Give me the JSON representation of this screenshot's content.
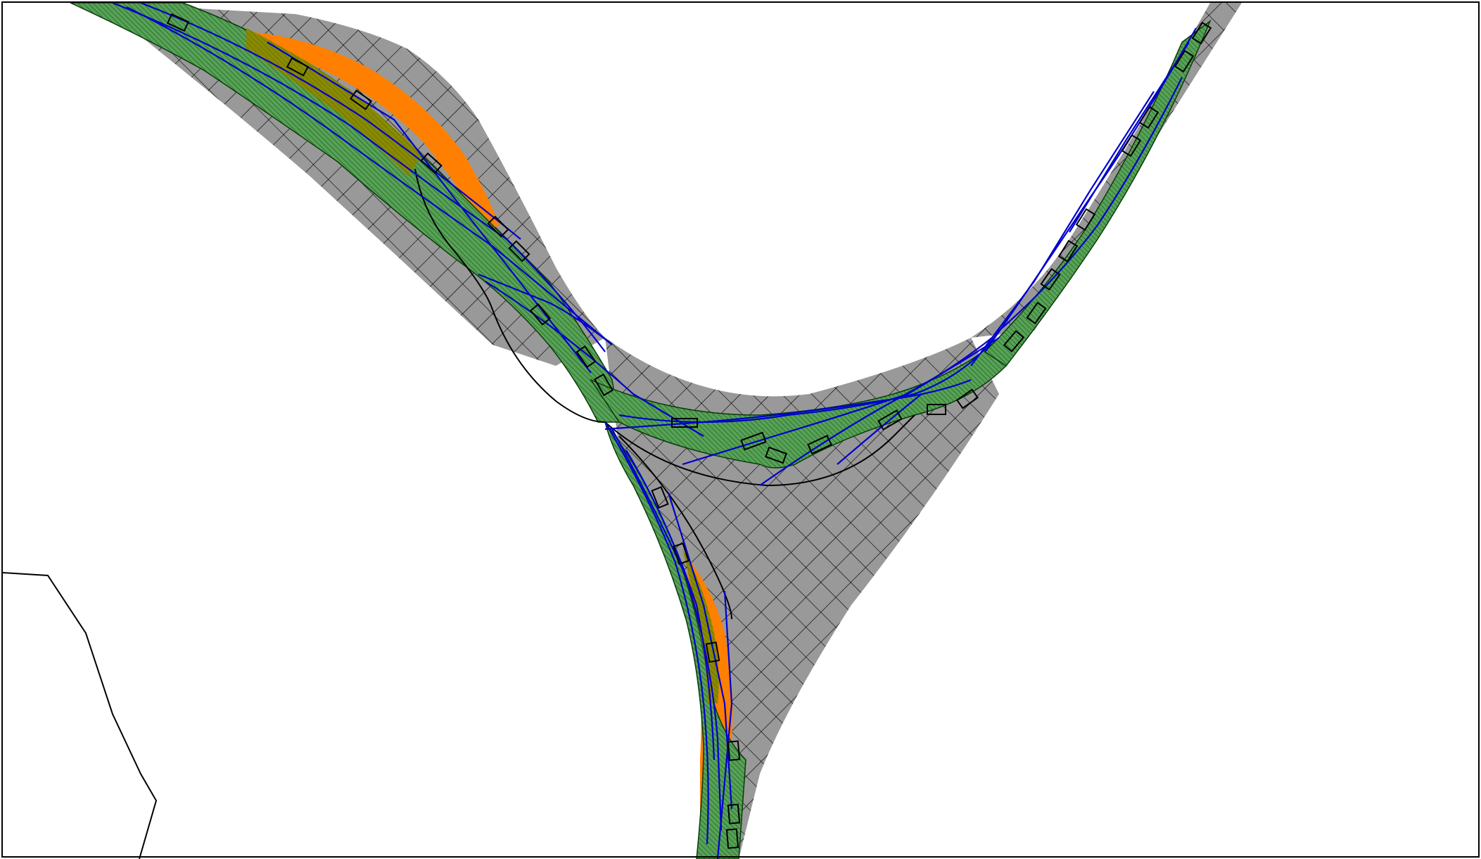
{
  "map": {
    "colors": {
      "background": "#ffffff",
      "frame": "#000000",
      "driveable_area": "#999999",
      "driveable_hatch": "#000000",
      "lane_fill": "#5aa05a",
      "lane_hatch": "#006400",
      "walkway": "#ff8000",
      "olive_region": "#8a8a00",
      "trajectory": "#0000cc",
      "road_outline": "#000000",
      "vehicle_marker": "#000000"
    },
    "layers": [
      {
        "name": "drivable-area",
        "pattern": "crosshatch"
      },
      {
        "name": "lanes",
        "pattern": "diagonal-hatch"
      },
      {
        "name": "walkway",
        "pattern": "solid"
      },
      {
        "name": "trajectories",
        "pattern": "polyline"
      },
      {
        "name": "vehicles",
        "pattern": "boxes"
      }
    ]
  }
}
